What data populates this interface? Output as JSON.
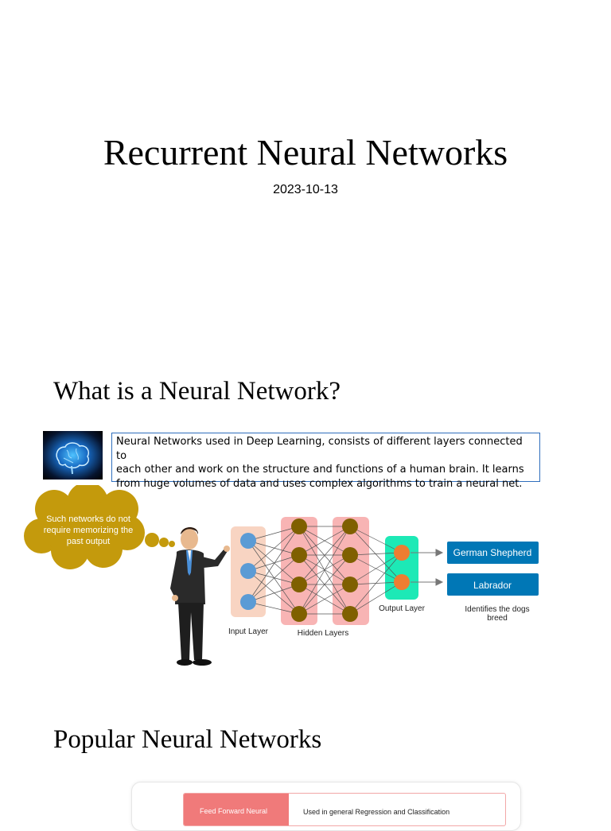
{
  "slide1": {
    "title": "Recurrent Neural Networks",
    "date": "2023-10-13"
  },
  "slide2": {
    "heading": "What is a Neural Network?",
    "definition_lines": [
      "Neural Networks used in Deep Learning, consists of different layers connected to",
      "each other and work on the structure and functions of a human brain. It learns",
      "from huge volumes of data and uses complex algorithms to train a neural net."
    ],
    "thought_bubble_lines": [
      "Such networks do not",
      "require memorizing the",
      "past output"
    ],
    "layer_labels": {
      "input": "Input Layer",
      "hidden": "Hidden Layers",
      "output": "Output Layer"
    },
    "outputs": [
      "German Shepherd",
      "Labrador"
    ],
    "caption_lines": [
      "Identifies the dogs",
      "breed"
    ],
    "colors": {
      "input_node": "#5b9bd5",
      "hidden_node": "#7f6000",
      "output_node": "#ed7d31",
      "output_layer_bg": "#1de9b6",
      "result_box": "#0077b6",
      "thought_bubble": "#c49a0c"
    },
    "image_names": [
      "brain-image",
      "presenter-man"
    ]
  },
  "slide3": {
    "heading": "Popular Neural Networks",
    "table_rows": [
      {
        "name": "Feed Forward Neural",
        "description": "Used in general Regression and Classification"
      }
    ]
  }
}
